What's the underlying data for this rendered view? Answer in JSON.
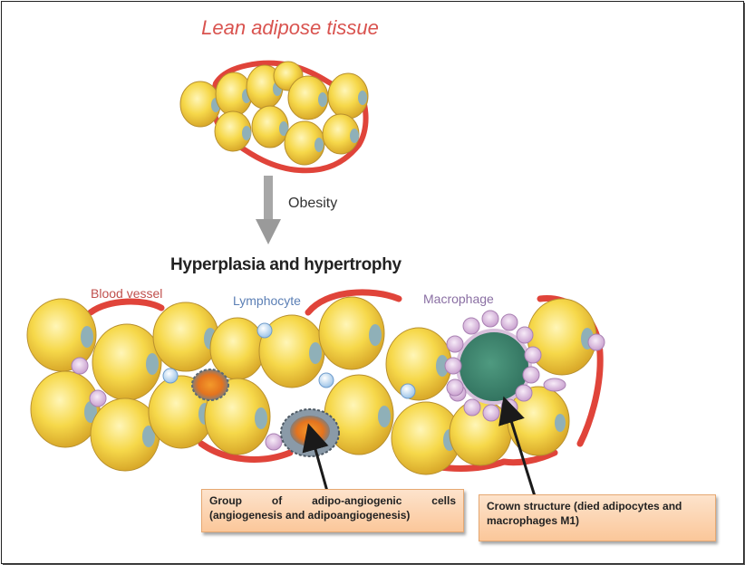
{
  "title": "Lean adipose tissue",
  "arrow_label": "Obesity",
  "heading": "Hyperplasia and hypertrophy",
  "labels": {
    "blood_vessel": "Blood vessel",
    "lymphocyte": "Lymphocyte",
    "macrophage": "Macrophage"
  },
  "callouts": {
    "adipo_angiogenic_line1": "Group of adipo-angiogenic cells",
    "adipo_angiogenic_line2": "(angiogenesis and adipoangiogenesis)",
    "crown_line1": "Crown structure (died adipocytes and",
    "crown_line2": "macrophages M1)"
  },
  "colors": {
    "title": "#d9534f",
    "adipocyte": "#f6d84a",
    "nucleus": "#8fb0b8",
    "blood_vessel": "#e0443a",
    "macrophage": "#e7cde8",
    "lymphocyte": "#cfe3f5",
    "crown_core": "#3d8a72",
    "callout_fill": "#fbd3b0"
  }
}
